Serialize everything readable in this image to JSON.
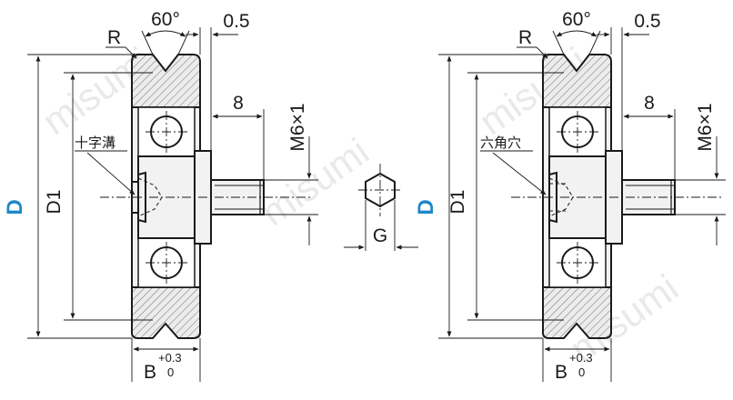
{
  "watermark": "misumi",
  "accent_color": "#1e88c8",
  "views": [
    {
      "angle_label": "60°",
      "gap_label": "0.5",
      "radius_label": "R",
      "shaft_length_label": "8",
      "thread_label": "M6×1",
      "socket_label": "十字溝",
      "outer_diameter_label": "D",
      "inner_diameter_label": "D1",
      "width_label": "B",
      "tol_upper": "+0.3",
      "tol_lower": "0"
    },
    {
      "angle_label": "60°",
      "gap_label": "0.5",
      "radius_label": "R",
      "shaft_length_label": "8",
      "thread_label": "M6×1",
      "socket_label": "六角穴",
      "outer_diameter_label": "D",
      "inner_diameter_label": "D1",
      "width_label": "B",
      "tol_upper": "+0.3",
      "tol_lower": "0"
    }
  ],
  "hex_view": {
    "label": "G"
  }
}
